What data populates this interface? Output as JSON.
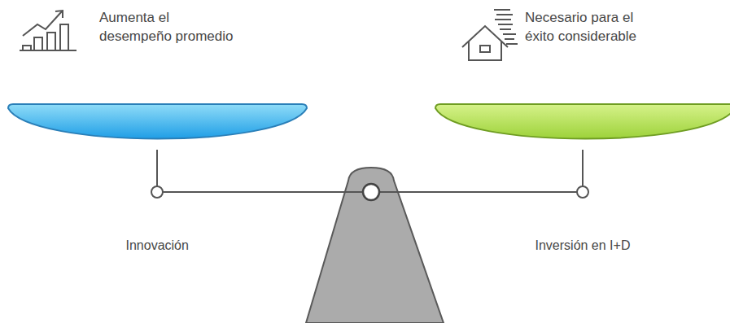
{
  "diagram": {
    "nodes": [
      {
        "text": [
          "Aumenta el desempeño promedio"
        ]
      },
      {
        "text": [
          "Necesario para el éxito considerable"
        ]
      }
    ],
    "labels": [
      "Innovación",
      "Inversión en I+D"
    ]
  }
}
